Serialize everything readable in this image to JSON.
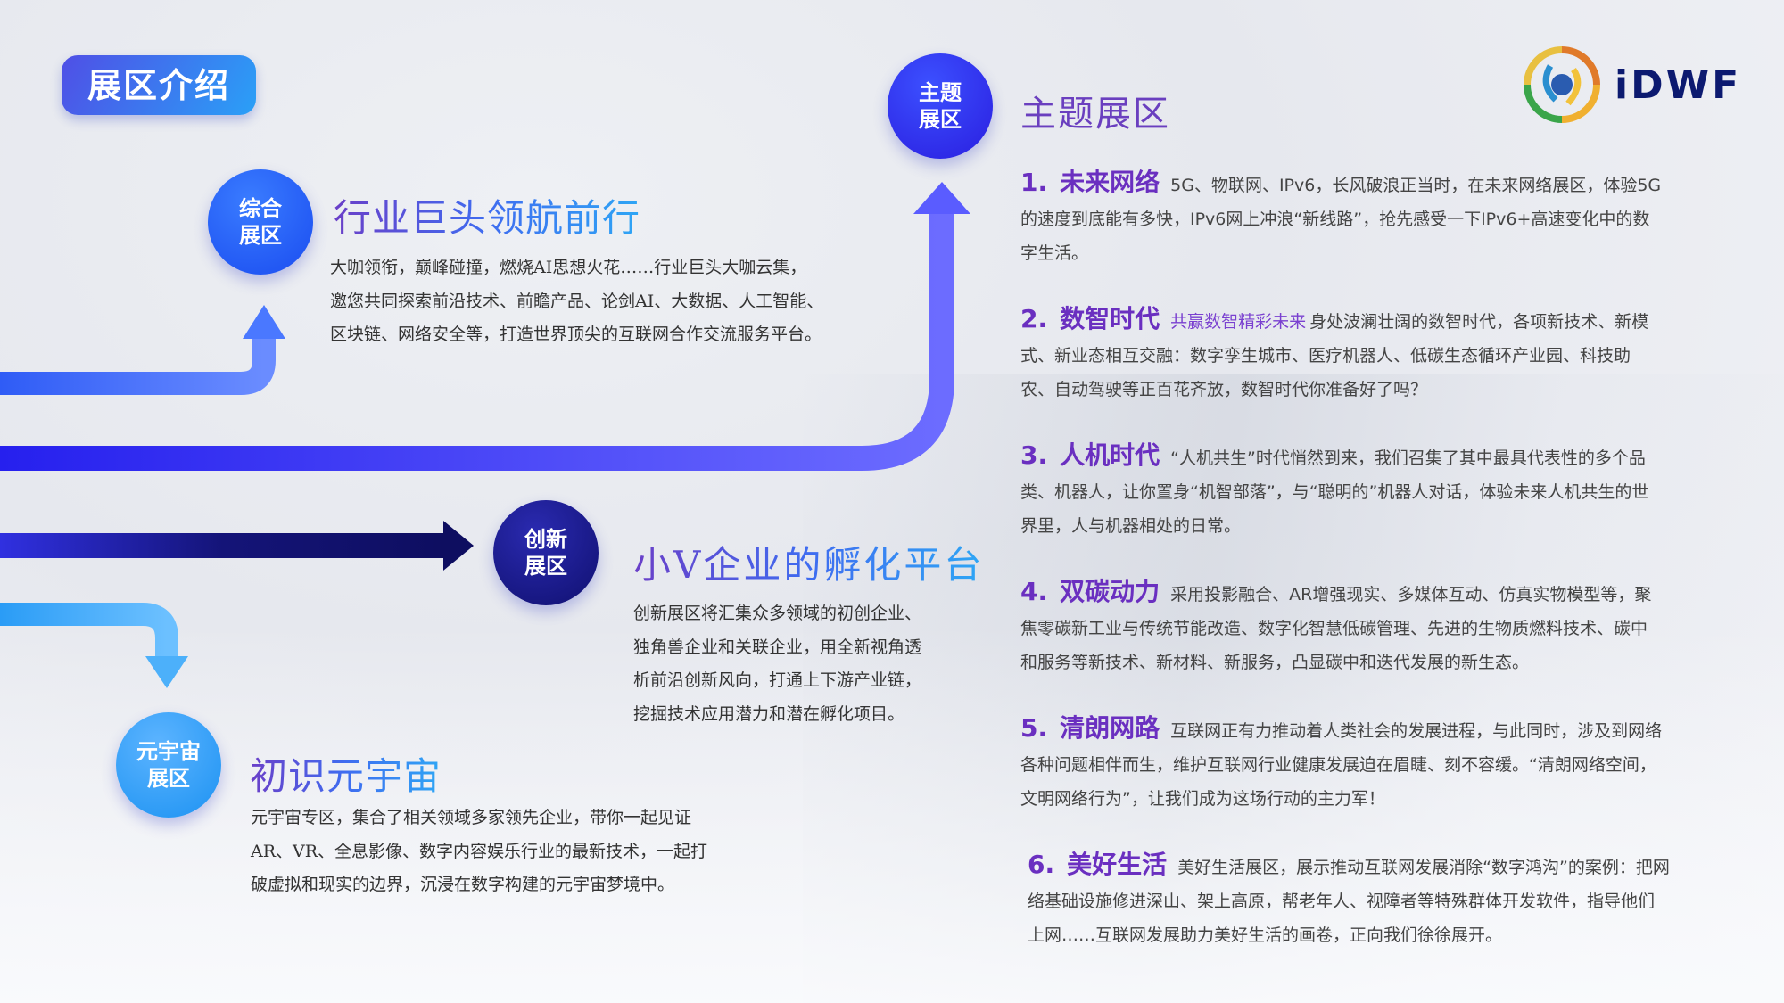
{
  "header": {
    "badge": "展区介绍"
  },
  "logo": {
    "text": "iDWF"
  },
  "zones": {
    "theme": {
      "circle_line1": "主题",
      "circle_line2": "展区",
      "title": "主题展区"
    },
    "zonghe": {
      "circle_line1": "综合",
      "circle_line2": "展区",
      "title": "行业巨头领航前行",
      "lines": [
        "大咖领衔，巅峰碰撞，燃烧AI思想火花……行业巨头大咖云集，",
        "邀您共同探索前沿技术、前瞻产品、论剑AI、大数据、人工智能、",
        "区块链、网络安全等，打造世界顶尖的互联网合作交流服务平台。"
      ]
    },
    "chuangxin": {
      "circle_line1": "创新",
      "circle_line2": "展区",
      "title": "小V企业的孵化平台",
      "lines": [
        "创新展区将汇集众多领域的初创企业、",
        "独角兽企业和关联企业，用全新视角透",
        "析前沿创新风向，打通上下游产业链，",
        "挖掘技术应用潜力和潜在孵化项目。"
      ]
    },
    "yuanyuzhou": {
      "circle_line1": "元宇宙",
      "circle_line2": "展区",
      "title": "初识元宇宙",
      "lines": [
        "元宇宙专区，集合了相关领域多家领先企业，带你一起见证",
        "AR、VR、全息影像、数字内容娱乐行业的最新技术，一起打",
        "破虚拟和现实的边界，沉浸在数字构建的元宇宙梦境中。"
      ]
    }
  },
  "theme_items": [
    {
      "num": "1.",
      "heading": "未来网络",
      "sub": "",
      "text": "5G、物联网、IPv6，长风破浪正当时，在未来网络展区，体验5G的速度到底能有多快，IPv6网上冲浪“新线路”，抢先感受一下IPv6+高速变化中的数字生活。"
    },
    {
      "num": "2.",
      "heading": "数智时代",
      "sub": "共赢数智精彩未来",
      "text": "身处波澜壮阔的数智时代，各项新技术、新模式、新业态相互交融：数字孪生城市、医疗机器人、低碳生态循环产业园、科技助农、自动驾驶等正百花齐放，数智时代你准备好了吗？"
    },
    {
      "num": "3.",
      "heading": "人机时代",
      "sub": "",
      "text": "“人机共生”时代悄然到来，我们召集了其中最具代表性的多个品类、机器人，让你置身“机智部落”，与“聪明的”机器人对话，体验未来人机共生的世界里，人与机器相处的日常。"
    },
    {
      "num": "4.",
      "heading": "双碳动力",
      "sub": "",
      "text": "采用投影融合、AR增强现实、多媒体互动、仿真实物模型等，聚焦零碳新工业与传统节能改造、数字化智慧低碳管理、先进的生物质燃料技术、碳中和服务等新技术、新材料、新服务，凸显碳中和迭代发展的新生态。"
    },
    {
      "num": "5.",
      "heading": "清朗网路",
      "sub": "",
      "text": "互联网正有力推动着人类社会的发展进程，与此同时，涉及到网络各种问题相伴而生，维护互联网行业健康发展迫在眉睫、刻不容缓。“清朗网络空间，文明网络行为”，让我们成为这场行动的主力军！"
    },
    {
      "num": "6.",
      "heading": "美好生活",
      "sub": "",
      "text": "美好生活展区，展示推动互联网发展消除“数字鸿沟”的案例：把网络基础设施修进深山、架上高原，帮老年人、视障者等特殊群体开发软件，指导他们上网……互联网发展助力美好生活的画卷，正向我们徐徐展开。"
    }
  ],
  "colors": {
    "accent_purple": "#6a2fc0",
    "arrow_blue": "#2a2ef0",
    "arrow_navy": "#101070",
    "arrow_light": "#3aa6f8"
  }
}
